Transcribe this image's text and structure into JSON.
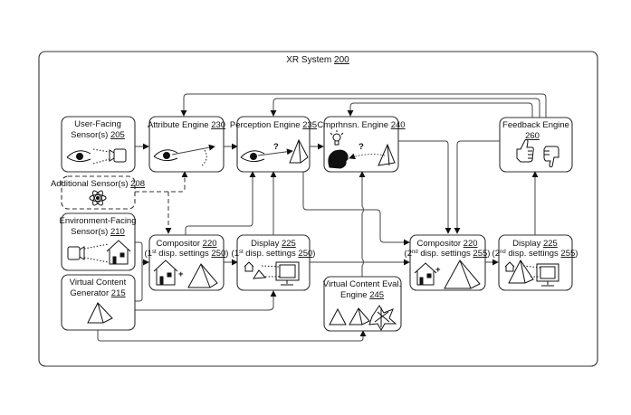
{
  "system": {
    "label": "XR System",
    "ref": "200"
  },
  "blocks": {
    "user_facing_sensors": {
      "line1": "User-Facing",
      "line2": "Sensor(s)",
      "ref": "205"
    },
    "additional_sensors": {
      "line1": "Additional Sensor(s)",
      "ref": "208"
    },
    "environment_facing_sensors": {
      "line1": "Environment-Facing",
      "line2": "Sensor(s)",
      "ref": "210"
    },
    "virtual_content_generator": {
      "line1": "Virtual Content",
      "line2": "Generator",
      "ref": "215"
    },
    "attribute_engine": {
      "line1": "Attribute Engine",
      "ref": "230"
    },
    "perception_engine": {
      "line1": "Perception Engine",
      "ref": "235"
    },
    "comprehension_engine": {
      "line1": "Cmprhnsn. Engine",
      "ref": "240"
    },
    "feedback_engine": {
      "line1": "Feedback Engine",
      "ref": "260"
    },
    "compositor_1": {
      "line1": "Compositor",
      "ref": "220",
      "settings_prefix": "(1",
      "settings_sup": "st",
      "settings_text": " disp. settings ",
      "settings_ref": "250",
      "settings_suffix": ")"
    },
    "display_1": {
      "line1": "Display",
      "ref": "225",
      "settings_prefix": "(1",
      "settings_sup": "st",
      "settings_text": " disp. settings ",
      "settings_ref": "250",
      "settings_suffix": ")"
    },
    "virtual_content_eval": {
      "line1": "Virtual Content Eval.",
      "line2": "Engine",
      "ref": "245"
    },
    "compositor_2": {
      "line1": "Compositor",
      "ref": "220",
      "settings_prefix": "(2",
      "settings_sup": "nd",
      "settings_text": " disp. settings ",
      "settings_ref": "255",
      "settings_suffix": ")"
    },
    "display_2": {
      "line1": "Display",
      "ref": "225",
      "settings_prefix": "(2",
      "settings_sup": "nd",
      "settings_text": " disp. settings ",
      "settings_ref": "255",
      "settings_suffix": ")"
    }
  },
  "symbols": {
    "question_mark": "?",
    "plus": "+"
  }
}
